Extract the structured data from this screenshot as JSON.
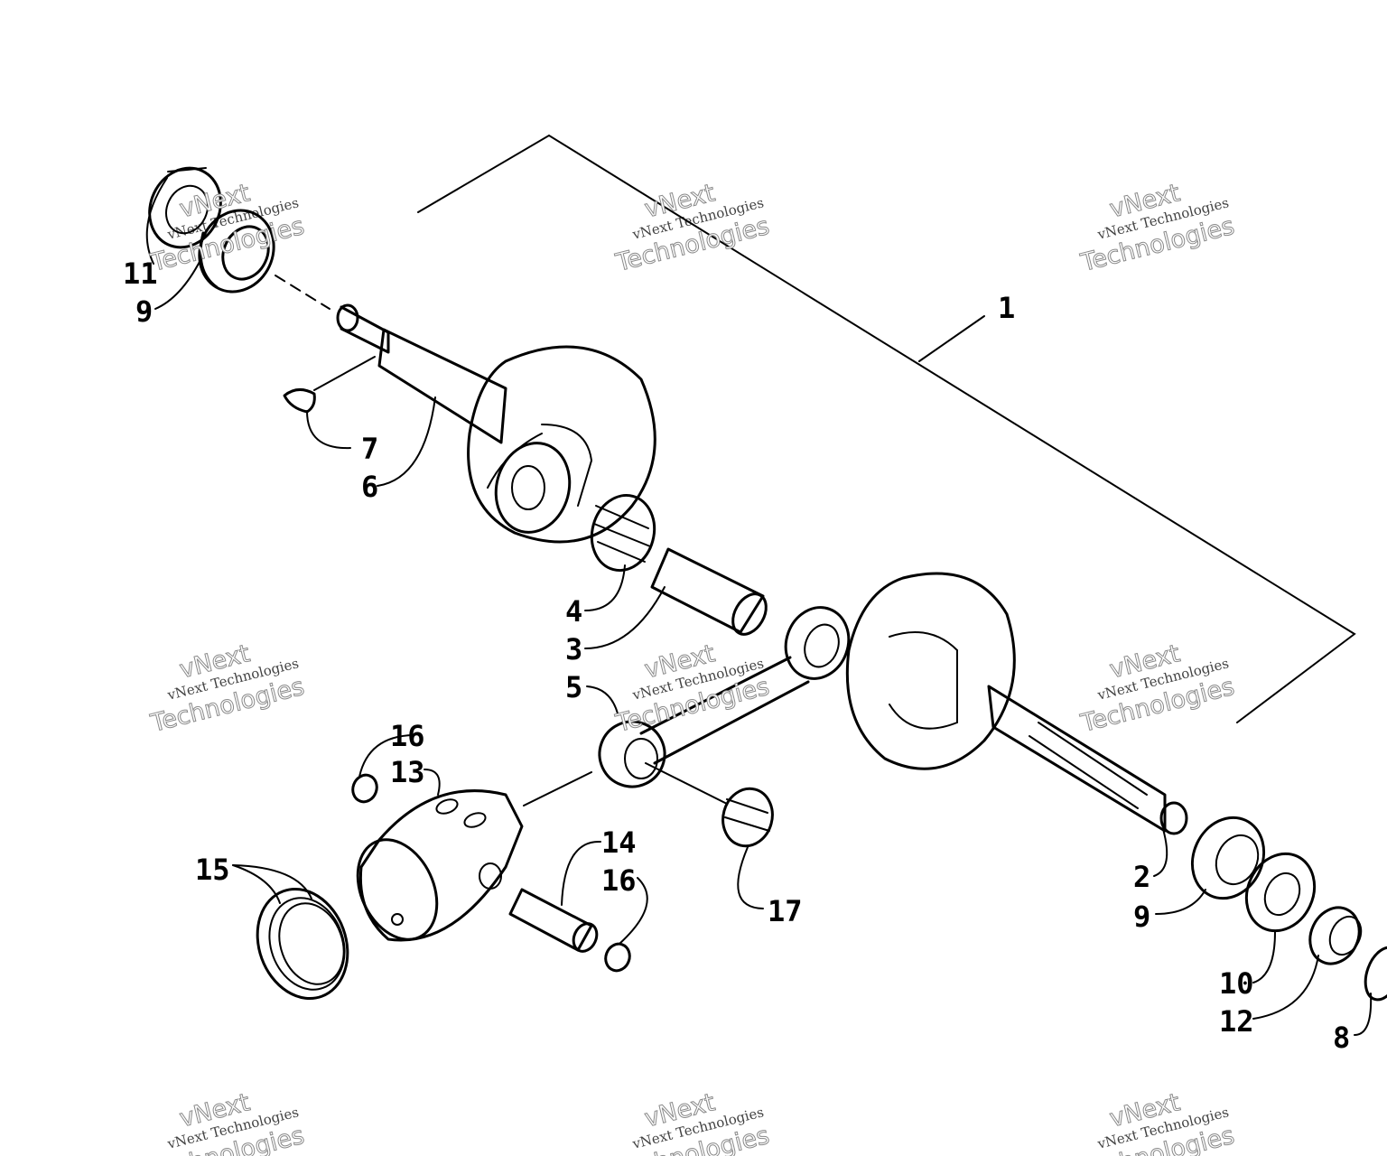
{
  "diagram": {
    "callouts": [
      {
        "id": "1",
        "label": "1"
      },
      {
        "id": "2",
        "label": "2"
      },
      {
        "id": "3",
        "label": "3"
      },
      {
        "id": "4",
        "label": "4"
      },
      {
        "id": "5",
        "label": "5"
      },
      {
        "id": "6",
        "label": "6"
      },
      {
        "id": "7",
        "label": "7"
      },
      {
        "id": "8",
        "label": "8"
      },
      {
        "id": "9a",
        "label": "9"
      },
      {
        "id": "9b",
        "label": "9"
      },
      {
        "id": "10",
        "label": "10"
      },
      {
        "id": "11",
        "label": "11"
      },
      {
        "id": "12",
        "label": "12"
      },
      {
        "id": "13",
        "label": "13"
      },
      {
        "id": "14",
        "label": "14"
      },
      {
        "id": "15",
        "label": "15"
      },
      {
        "id": "16a",
        "label": "16"
      },
      {
        "id": "16b",
        "label": "16"
      },
      {
        "id": "17",
        "label": "17"
      }
    ]
  },
  "watermark": {
    "brand": "vNext",
    "big_text": "Technologies",
    "small_text": "vNext Technologies"
  }
}
